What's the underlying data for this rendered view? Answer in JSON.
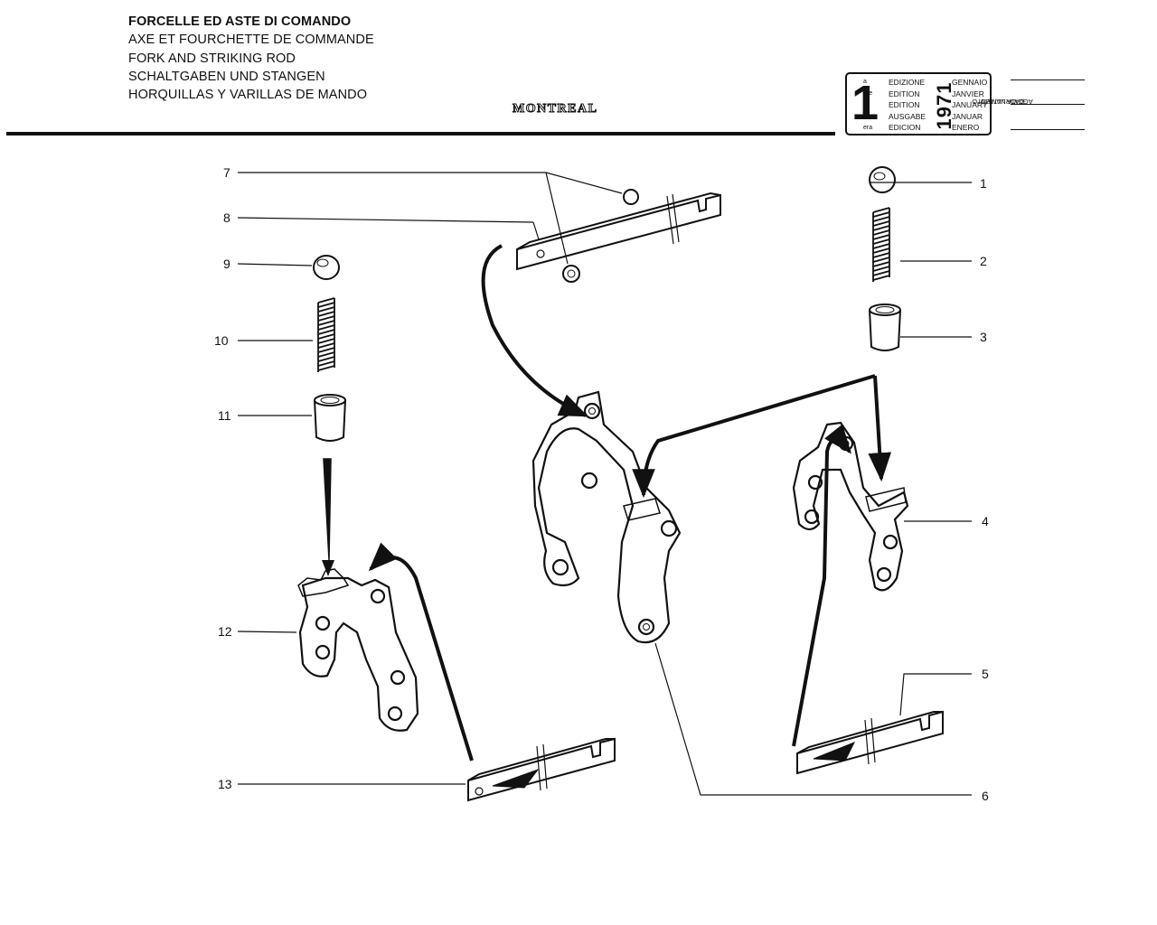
{
  "header": {
    "titles": [
      "FORCELLE ED ASTE DI COMANDO",
      "AXE ET FOURCHETTE DE COMMANDE",
      "FORK AND STRIKING ROD",
      "SCHALTGABEN UND STANGEN",
      "HORQUILLAS Y VARILLAS DE MANDO"
    ],
    "brand": "MONTREAL"
  },
  "edition_box": {
    "number": "1",
    "suffixes": [
      "a",
      "ere",
      "st",
      ".",
      "era"
    ],
    "labels": [
      "EDIZIONE",
      "EDITION",
      "EDITION",
      "AUSGABE",
      "EDICION"
    ],
    "year": "1971",
    "months": [
      "GENNAIO",
      "JANVIER",
      "JANUARY",
      "JANUAR",
      "ENERO"
    ],
    "update_label": [
      "DATA ULTIMO",
      "AGGIORNAMENTO"
    ]
  },
  "callouts": [
    "1",
    "2",
    "3",
    "4",
    "5",
    "6",
    "7",
    "8",
    "9",
    "10",
    "11",
    "12",
    "13"
  ]
}
